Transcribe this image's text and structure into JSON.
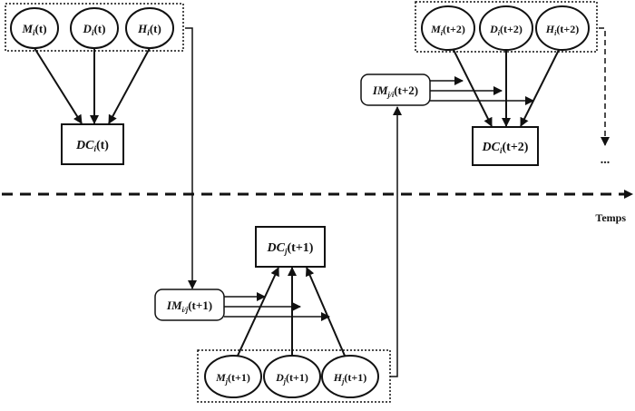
{
  "timeline_label": "Temps",
  "continuation": "...",
  "nodes": {
    "m_i_t": {
      "base": "M",
      "sub": "i",
      "arg": "(t)"
    },
    "d_i_t": {
      "base": "D",
      "sub": "i",
      "arg": "(t)"
    },
    "h_i_t": {
      "base": "H",
      "sub": "i",
      "arg": "(t)"
    },
    "dc_i_t": {
      "base": "DC",
      "sub": "i",
      "arg": "(t)"
    },
    "im_ij_t1": {
      "base": "IM",
      "sub": "i/j",
      "arg": "(t+1)"
    },
    "dc_j_t1": {
      "base": "DC",
      "sub": "j",
      "arg": "(t+1)"
    },
    "m_j_t1": {
      "base": "M",
      "sub": "j",
      "arg": "(t+1)"
    },
    "d_j_t1": {
      "base": "D",
      "sub": "j",
      "arg": "(t+1)"
    },
    "h_j_t1": {
      "base": "H",
      "sub": "j",
      "arg": "(t+1)"
    },
    "im_ji_t2": {
      "base": "IM",
      "sub": "j/i",
      "arg": "(t+2)"
    },
    "m_i_t2": {
      "base": "M",
      "sub": "i",
      "arg": "(t+2)"
    },
    "d_i_t2": {
      "base": "D",
      "sub": "i",
      "arg": "(t+2)"
    },
    "h_i_t2": {
      "base": "H",
      "sub": "i",
      "arg": "(t+2)"
    },
    "dc_i_t2": {
      "base": "DC",
      "sub": "i",
      "arg": "(t+2)"
    }
  }
}
